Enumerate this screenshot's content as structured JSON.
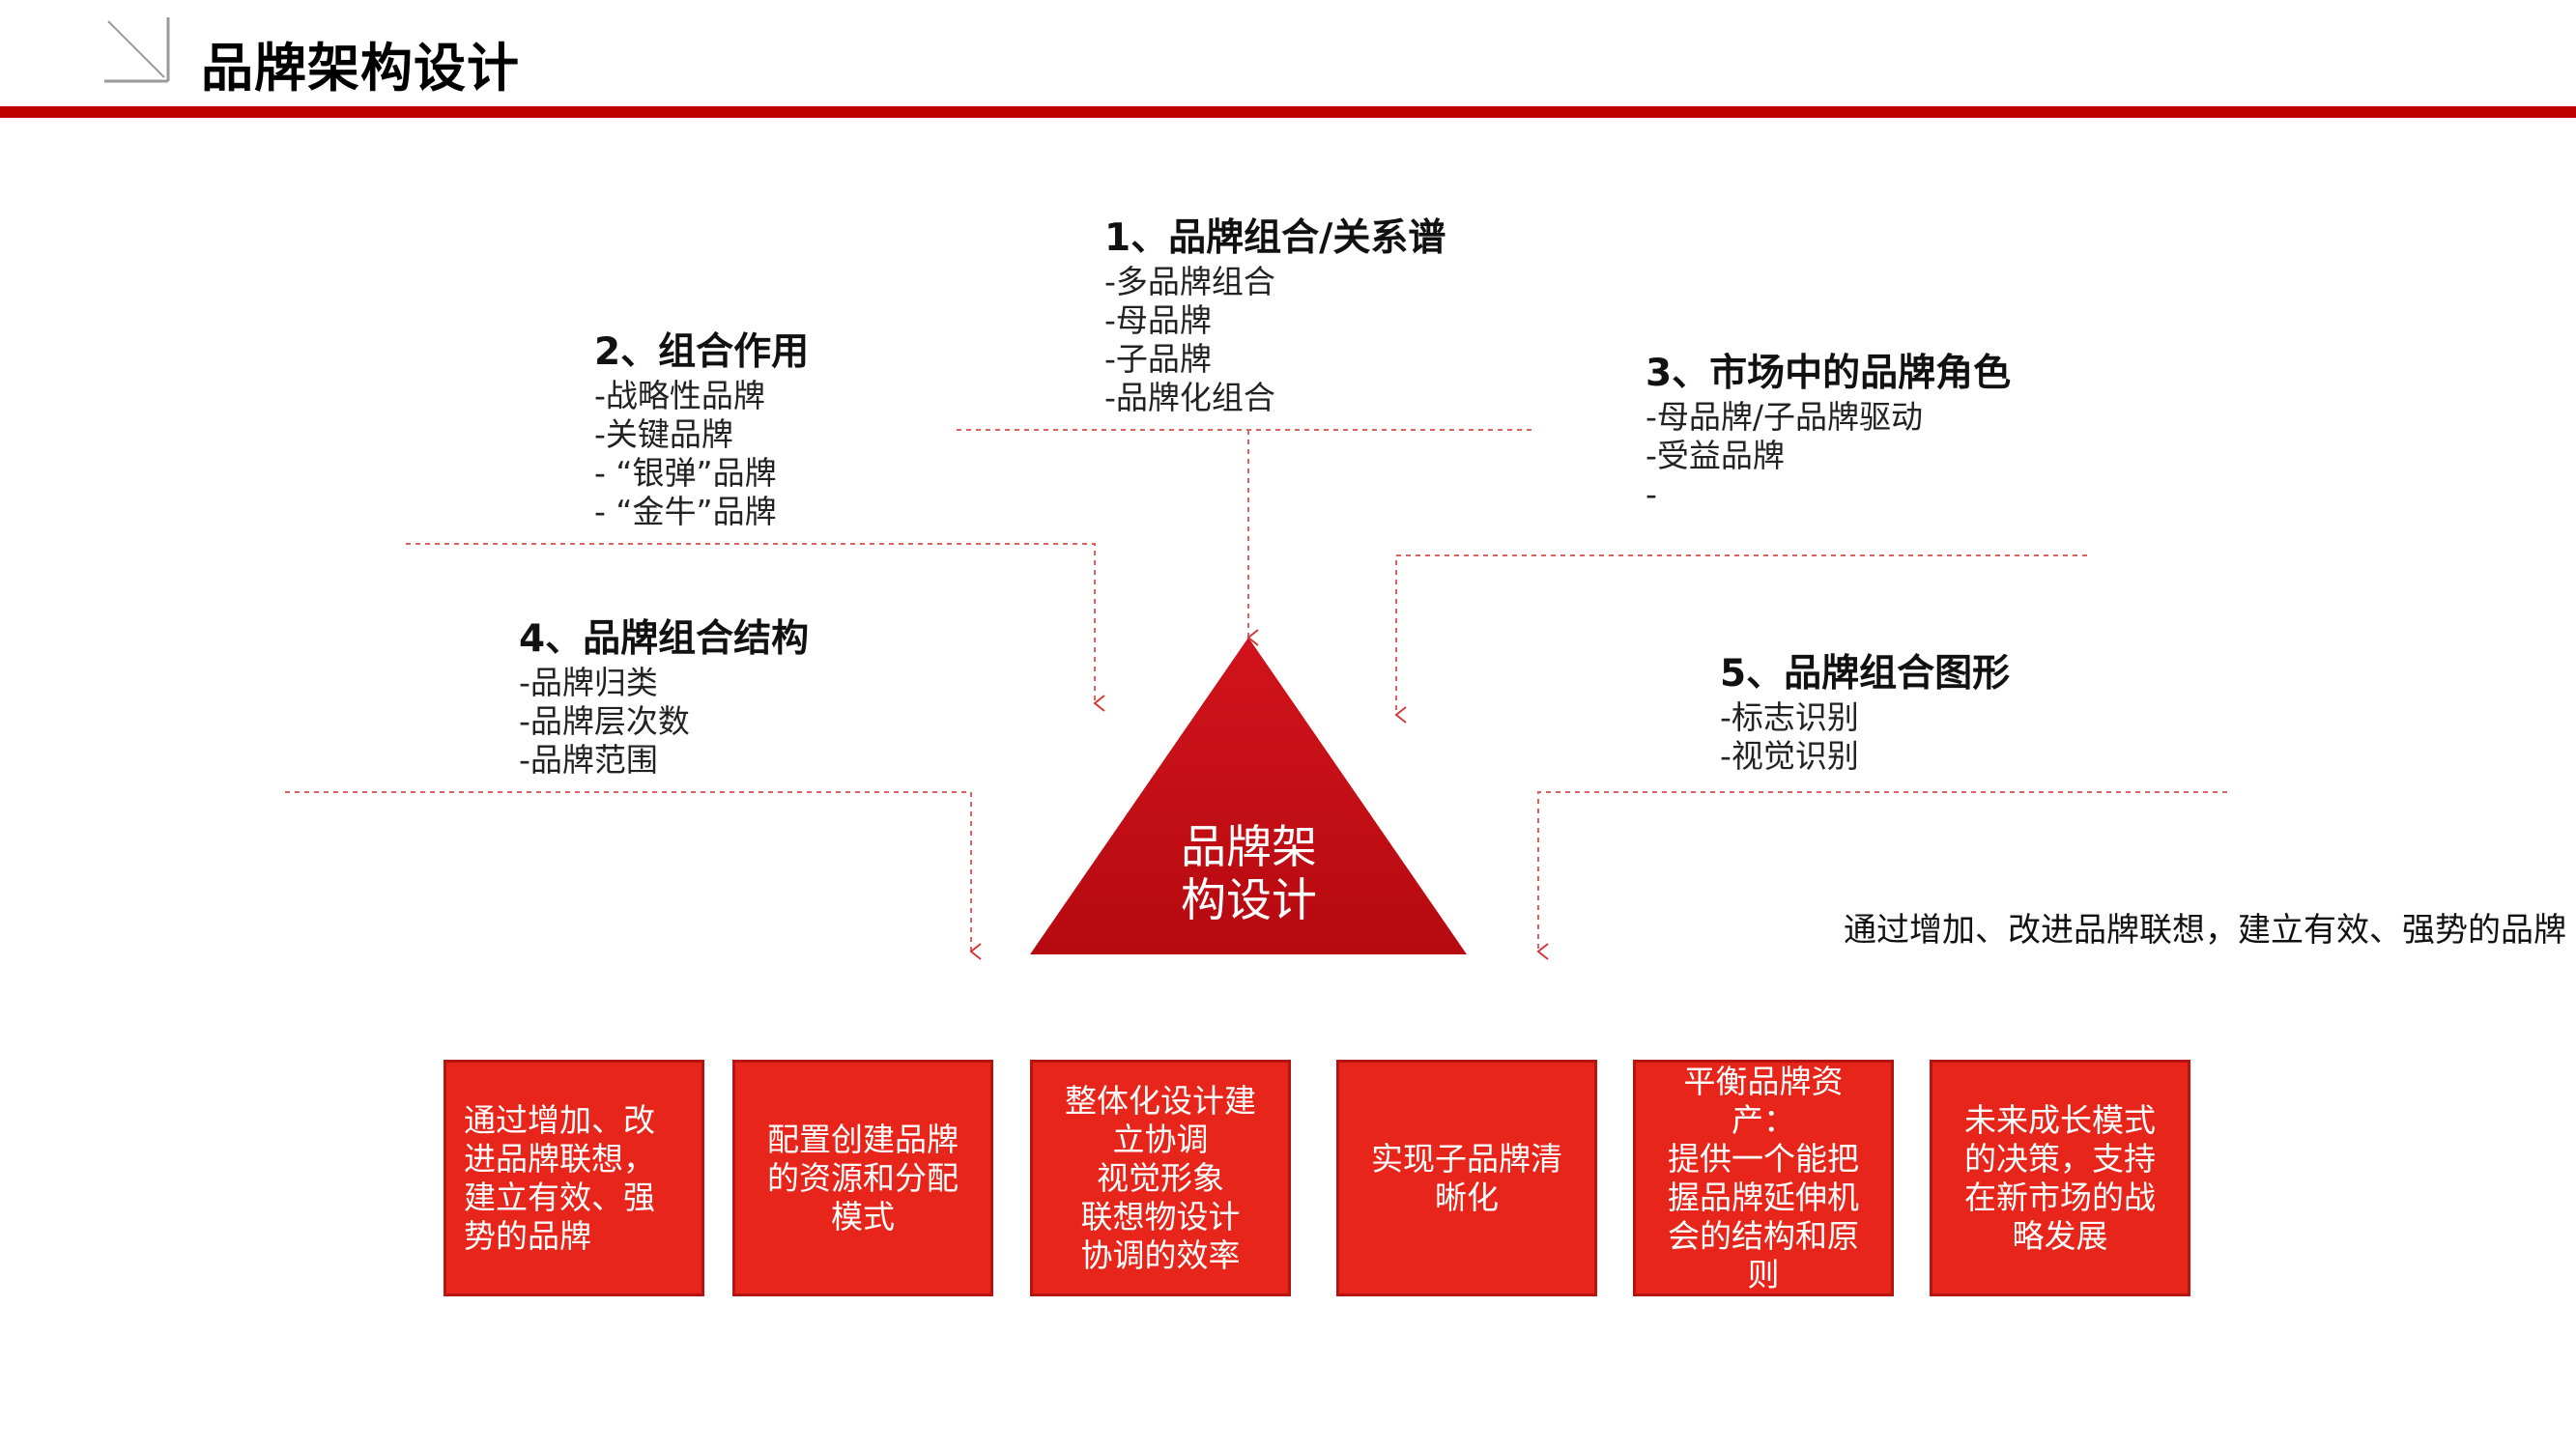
{
  "header": {
    "title": "品牌架构设计"
  },
  "center": {
    "label": "品牌架\n构设计"
  },
  "blocks": [
    {
      "heading": "1、品牌组合/关系谱",
      "items": [
        "-多品牌组合",
        "-母品牌",
        "-子品牌",
        "-品牌化组合"
      ]
    },
    {
      "heading": "2、组合作用",
      "items": [
        "-战略性品牌",
        "-关键品牌",
        "- “银弹”品牌",
        "- “金牛”品牌"
      ]
    },
    {
      "heading": "3、市场中的品牌角色",
      "items": [
        "-母品牌/子品牌驱动",
        "-受益品牌",
        "-"
      ]
    },
    {
      "heading": "4、品牌组合结构",
      "items": [
        "-品牌归类",
        "-品牌层次数",
        "-品牌范围"
      ]
    },
    {
      "heading": "5、品牌组合图形",
      "items": [
        "-标志识别",
        "-视觉识别"
      ]
    }
  ],
  "tagline": "通过增加、改进品牌联想，建立有效、强势的品牌",
  "boxes": [
    "通过增加、改\n进品牌联想，\n建立有效、强\n势的品牌",
    "配置创建品牌\n的资源和分配\n模式",
    "整体化设计建\n立协调\n视觉形象\n联想物设计\n协调的效率",
    "实现子品牌清\n晰化",
    "平衡品牌资产：\n提供一个能把\n握品牌延伸机\n会的结构和原\n则",
    "未来成长模式\n的决策，支持\n在新市场的战\n略发展"
  ],
  "colors": {
    "accent": "#c00000",
    "box_fill": "#e8251a",
    "triangle_fill": "#c40c12"
  },
  "icons": {
    "corner": "corner-arrow-icon"
  }
}
